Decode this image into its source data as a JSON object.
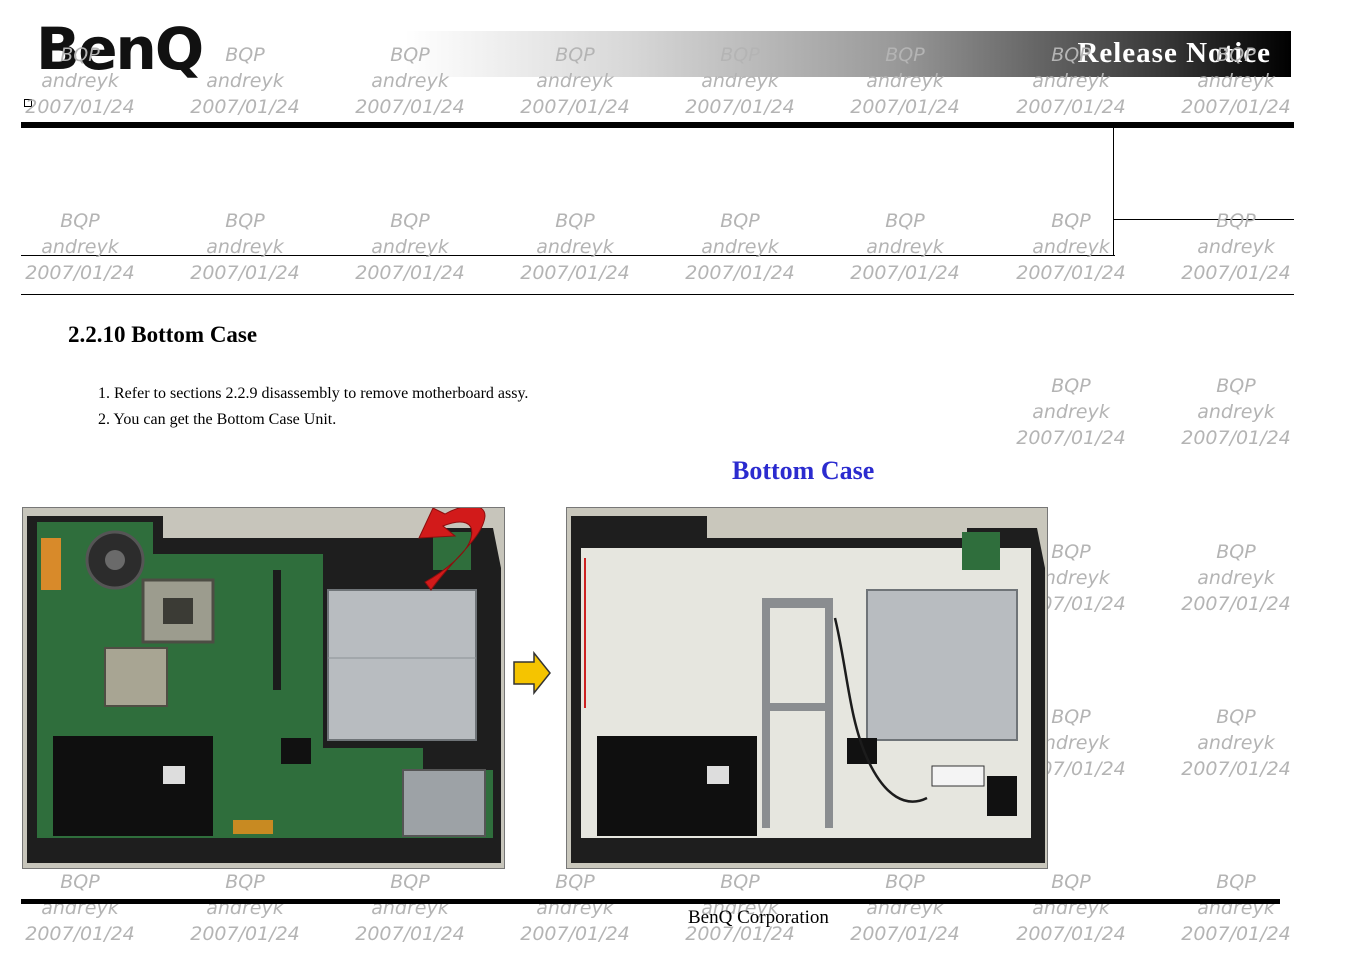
{
  "header": {
    "logo_text": "BenQ",
    "banner_text": "Release  Notice"
  },
  "watermark": {
    "line1": "BQP",
    "line2": "andreyk",
    "line3": "2007/01/24"
  },
  "section": {
    "title": "2.2.10  Bottom Case",
    "steps": [
      "1. Refer to sections 2.2.9 disassembly to remove motherboard assy.",
      "2.  You can get the Bottom Case Unit."
    ],
    "caption": "Bottom Case"
  },
  "figures": {
    "left": "motherboard-in-bottom-case-photo",
    "arrow": "right-arrow-icon",
    "right": "bottom-case-unit-photo"
  },
  "colors": {
    "caption": "#2b2bcf",
    "arrow": "#f5c400",
    "pcb": "#2f6e3c"
  },
  "footer": {
    "company": "BenQ Corporation"
  }
}
